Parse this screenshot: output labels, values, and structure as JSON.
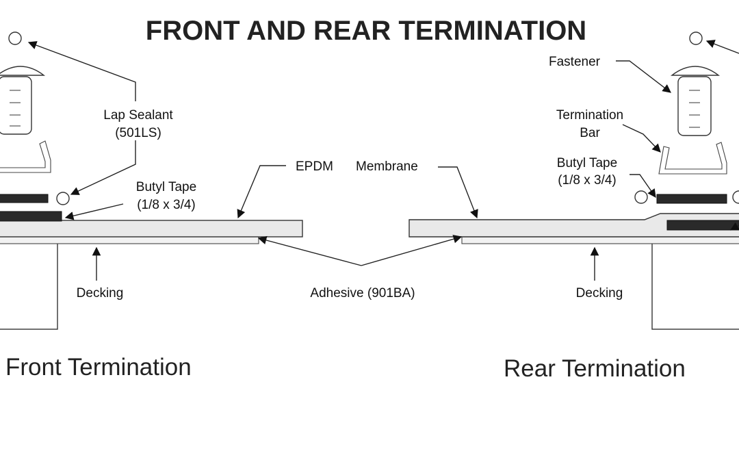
{
  "title": "FRONT AND REAR TERMINATION",
  "labels": {
    "lap_sealant": "Lap Sealant",
    "lap_sealant_code": "(501LS)",
    "butyl_tape_left": "Butyl Tape",
    "butyl_tape_left_size": "(1/8 x 3/4)",
    "epdm": "EPDM",
    "membrane": "Membrane",
    "fastener": "Fastener",
    "termination": "Termination",
    "bar": "Bar",
    "butyl_tape_right": "Butyl Tape",
    "butyl_tape_right_size": "(1/8 x 3/4)",
    "decking_left": "Decking",
    "adhesive": "Adhesive (901BA)",
    "decking_right": "Decking"
  },
  "captions": {
    "front": "Front Termination",
    "rear": "Rear Termination"
  }
}
